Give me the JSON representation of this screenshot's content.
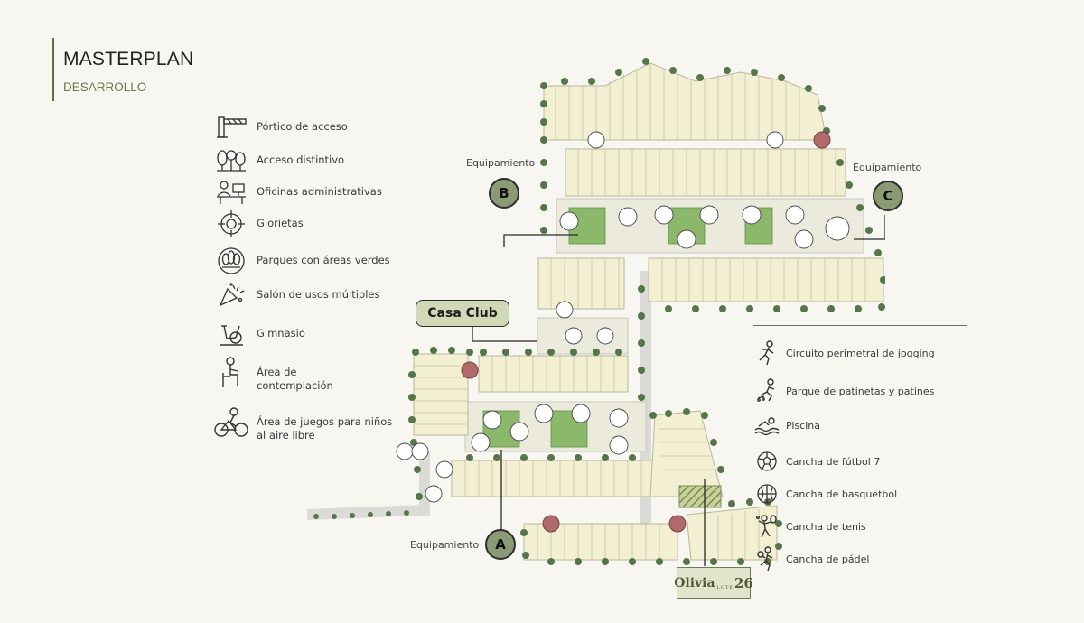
{
  "header": {
    "title": "MASTERPLAN",
    "subtitle": "DESARROLLO"
  },
  "legend_left": [
    {
      "icon": "gate-icon",
      "label": "Pórtico de acceso"
    },
    {
      "icon": "trees-icon",
      "label": "Acceso distintivo"
    },
    {
      "icon": "office-desk-icon",
      "label": "Oficinas administrativas"
    },
    {
      "icon": "roundabout-icon",
      "label": "Glorietas"
    },
    {
      "icon": "park-icon",
      "label": "Parques con áreas verdes"
    },
    {
      "icon": "confetti-icon",
      "label": "Salón de usos múltiples"
    },
    {
      "icon": "exercise-bike-icon",
      "label": "Gimnasio"
    },
    {
      "icon": "seated-person-icon",
      "label": "Área de\ncontemplación"
    },
    {
      "icon": "child-bike-icon",
      "label": "Área de juegos para niños\nal aire libre"
    }
  ],
  "legend_right": [
    {
      "icon": "jogging-icon",
      "label": "Circuito perimetral de jogging"
    },
    {
      "icon": "skater-icon",
      "label": "Parque de patinetas y patines"
    },
    {
      "icon": "swimming-icon",
      "label": "Piscina"
    },
    {
      "icon": "soccer-ball-icon",
      "label": "Cancha de fútbol 7"
    },
    {
      "icon": "basketball-icon",
      "label": "Cancha de basquetbol"
    },
    {
      "icon": "tennis-icon",
      "label": "Cancha de tenis"
    },
    {
      "icon": "padel-icon",
      "label": "Cancha de pádel"
    }
  ],
  "map": {
    "callouts": [
      {
        "letter": "A",
        "label": "Equipamiento"
      },
      {
        "letter": "B",
        "label": "Equipamiento"
      },
      {
        "letter": "C",
        "label": "Equipamiento"
      }
    ],
    "casa_club": "Casa Club",
    "olivia": {
      "name": "Olivia",
      "lote": "LOTE",
      "number": "26"
    },
    "colors": {
      "lot": "#f2efd2",
      "lot_line": "#b9b89a",
      "tree": "#56754a",
      "road": "#e3e3e0",
      "green": "#8cb86c",
      "accent": "#8a9a74",
      "brick": "#b06a6a"
    }
  }
}
